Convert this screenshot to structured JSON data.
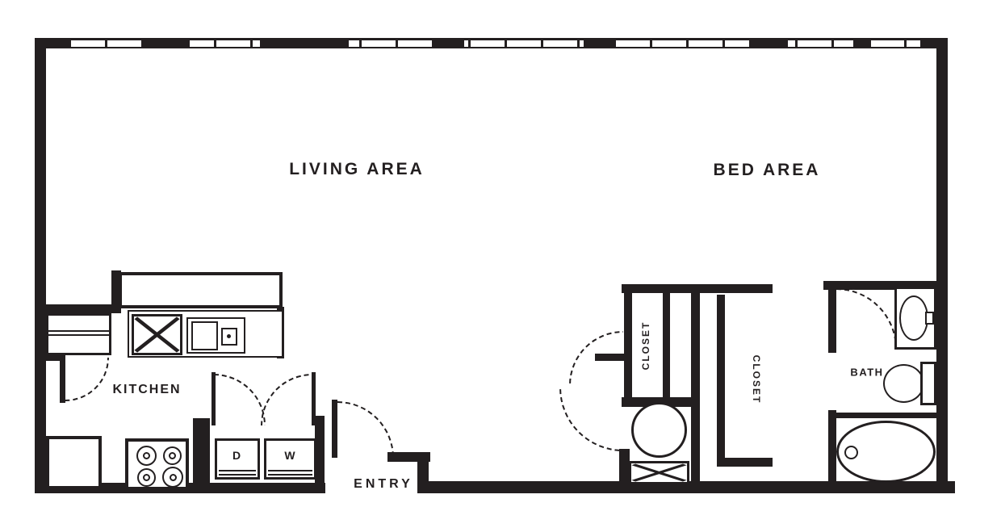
{
  "title": "One-bedroom apartment floor plan",
  "colors": {
    "line": "#231f20",
    "background": "#ffffff"
  },
  "rooms": {
    "living_area": {
      "label": "LIVING AREA"
    },
    "bed_area": {
      "label": "BED AREA"
    },
    "kitchen": {
      "label": "KITCHEN"
    },
    "entry": {
      "label": "ENTRY"
    },
    "bath": {
      "label": "BATH"
    },
    "closet_1": {
      "label": "CLOSET"
    },
    "closet_2": {
      "label": "CLOSET"
    }
  },
  "appliances": {
    "dryer": "D",
    "washer": "W"
  },
  "fixtures": [
    "window-wall",
    "refrigerator",
    "kitchen-peninsula",
    "dishwasher",
    "double-sink",
    "range-burners",
    "base-cabinet",
    "dryer-box",
    "washer-box",
    "laundry-double-doors",
    "entry-door",
    "closet-door",
    "water-heater",
    "hvac-unit",
    "vanity-sink",
    "toilet",
    "bathtub",
    "bath-door"
  ]
}
